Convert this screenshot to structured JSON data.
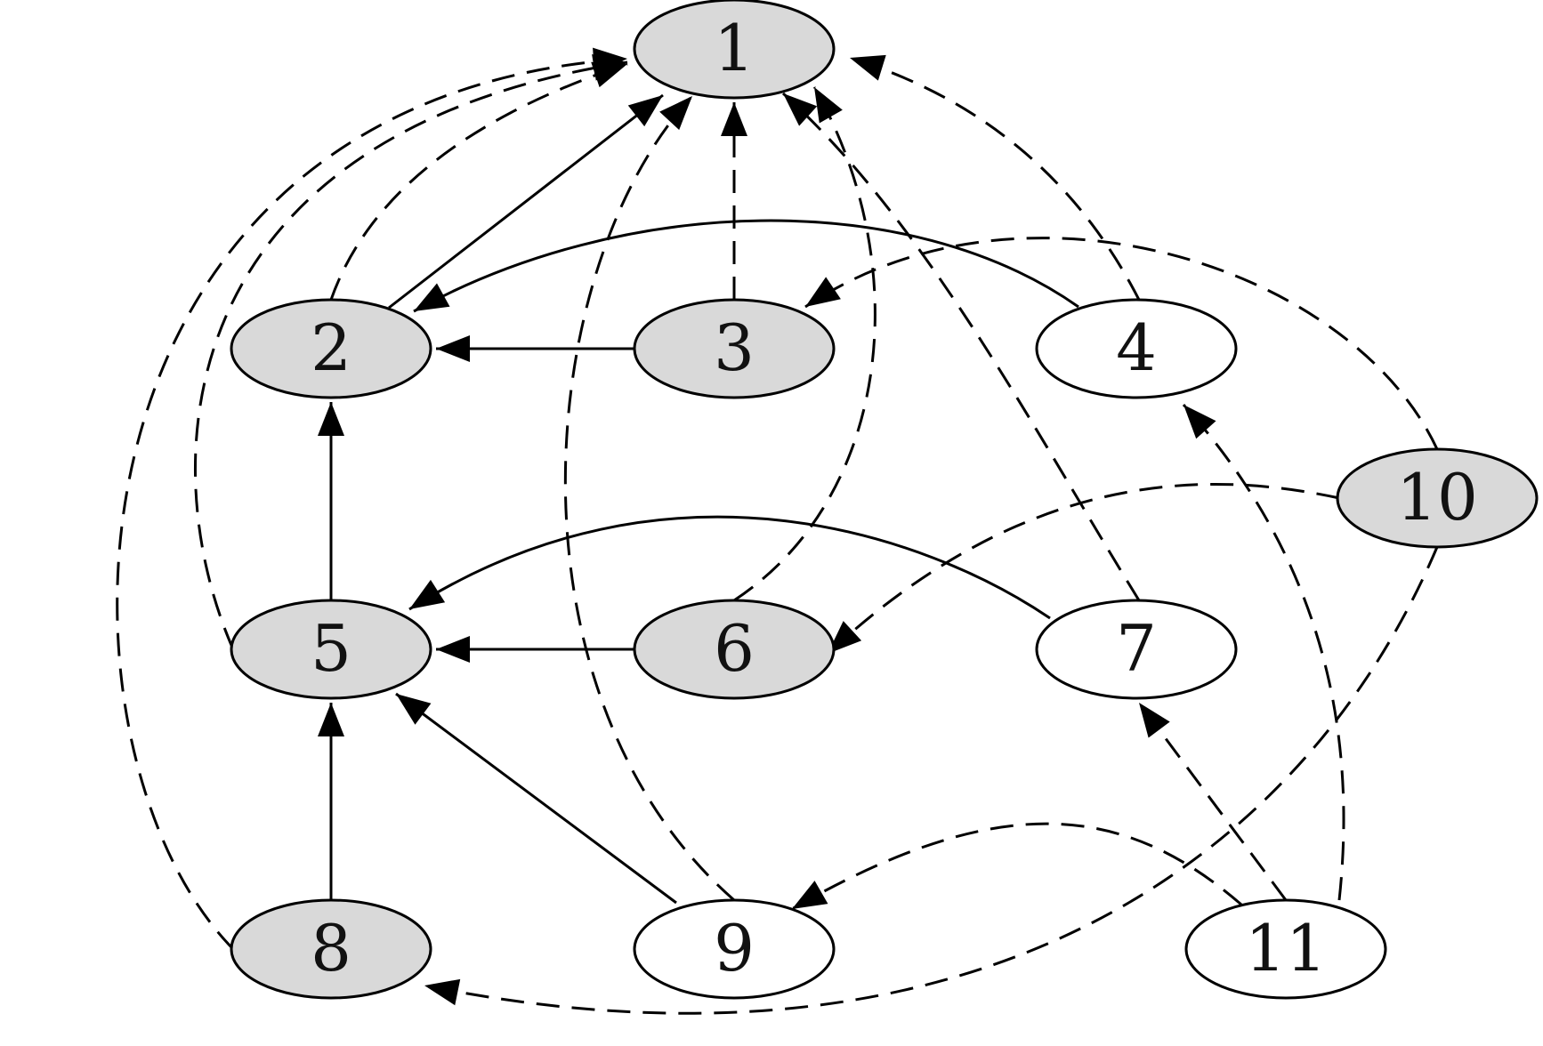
{
  "nodes": [
    {
      "id": "1",
      "label": "1",
      "shaded": true
    },
    {
      "id": "2",
      "label": "2",
      "shaded": true
    },
    {
      "id": "3",
      "label": "3",
      "shaded": true
    },
    {
      "id": "4",
      "label": "4",
      "shaded": false
    },
    {
      "id": "5",
      "label": "5",
      "shaded": true
    },
    {
      "id": "6",
      "label": "6",
      "shaded": true
    },
    {
      "id": "7",
      "label": "7",
      "shaded": false
    },
    {
      "id": "8",
      "label": "8",
      "shaded": true
    },
    {
      "id": "9",
      "label": "9",
      "shaded": false
    },
    {
      "id": "10",
      "label": "10",
      "shaded": true
    },
    {
      "id": "11",
      "label": "11",
      "shaded": false
    }
  ],
  "edges": [
    {
      "from": "2",
      "to": "1",
      "style": "solid"
    },
    {
      "from": "3",
      "to": "2",
      "style": "solid"
    },
    {
      "from": "4",
      "to": "2",
      "style": "solid"
    },
    {
      "from": "5",
      "to": "2",
      "style": "solid"
    },
    {
      "from": "6",
      "to": "5",
      "style": "solid"
    },
    {
      "from": "7",
      "to": "5",
      "style": "solid"
    },
    {
      "from": "8",
      "to": "5",
      "style": "solid"
    },
    {
      "from": "9",
      "to": "5",
      "style": "solid"
    },
    {
      "from": "2",
      "to": "1",
      "style": "dashed"
    },
    {
      "from": "3",
      "to": "1",
      "style": "dashed"
    },
    {
      "from": "4",
      "to": "1",
      "style": "dashed"
    },
    {
      "from": "5",
      "to": "1",
      "style": "dashed"
    },
    {
      "from": "6",
      "to": "1",
      "style": "dashed"
    },
    {
      "from": "7",
      "to": "1",
      "style": "dashed"
    },
    {
      "from": "8",
      "to": "1",
      "style": "dashed"
    },
    {
      "from": "9",
      "to": "1",
      "style": "dashed"
    },
    {
      "from": "10",
      "to": "3",
      "style": "dashed"
    },
    {
      "from": "10",
      "to": "6",
      "style": "dashed"
    },
    {
      "from": "10",
      "to": "8",
      "style": "dashed"
    },
    {
      "from": "11",
      "to": "4",
      "style": "dashed"
    },
    {
      "from": "11",
      "to": "7",
      "style": "dashed"
    },
    {
      "from": "11",
      "to": "9",
      "style": "dashed"
    }
  ],
  "colors": {
    "shaded_fill": "#d9d9d9",
    "plain_fill": "#ffffff",
    "stroke": "#000000"
  }
}
